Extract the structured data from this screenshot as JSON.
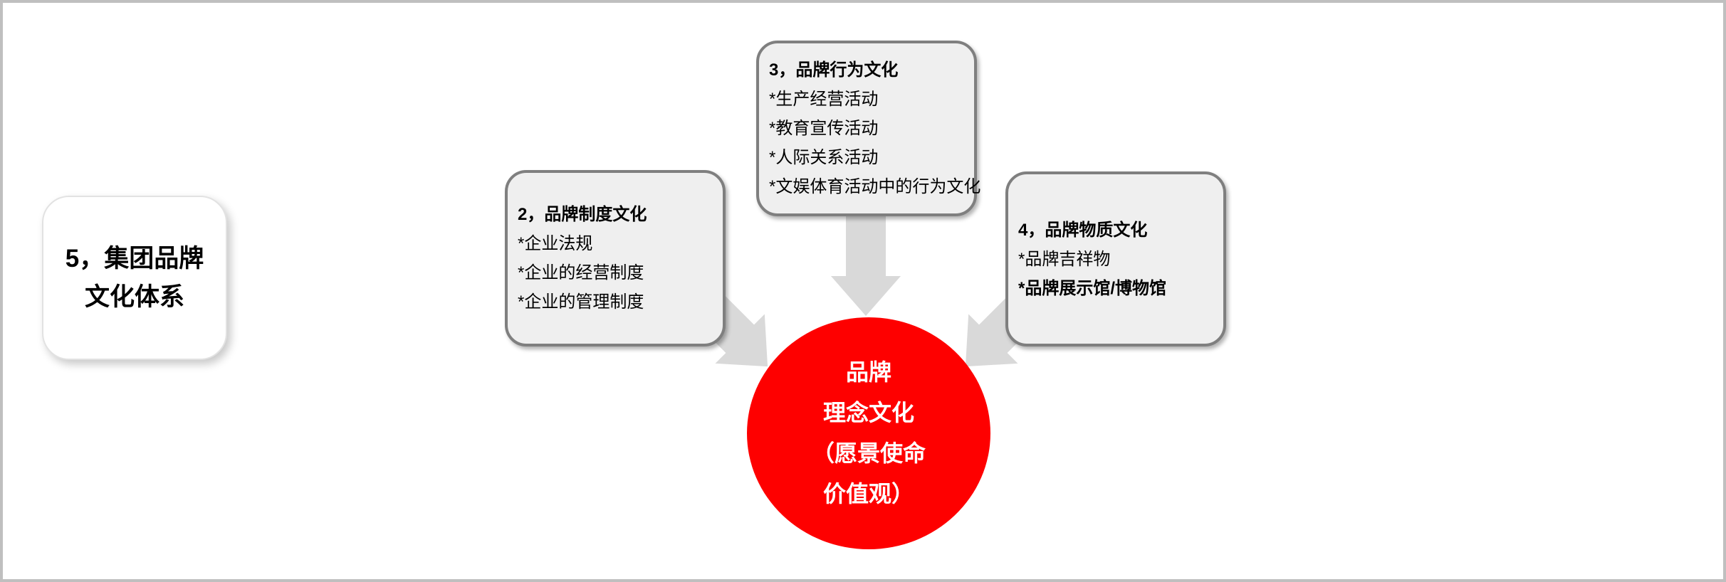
{
  "colors": {
    "accent_red": "#FE0000",
    "box_fill": "#EFEFEF",
    "box_border": "#7F7F7F",
    "arrow": "#D9D9D9",
    "frame_border": "#BFBFBF",
    "text": "#000000",
    "circle_text": "#FFFFFF"
  },
  "left_card": {
    "line1": "5，集团品牌",
    "line2": "文化体系"
  },
  "boxes": [
    {
      "title": "2，品牌制度文化",
      "items": [
        "*企业法规",
        "*企业的经营制度",
        "*企业的管理制度"
      ]
    },
    {
      "title": "3，品牌行为文化",
      "items": [
        "*生产经营活动",
        "*教育宣传活动",
        "*人际关系活动",
        "*文娱体育活动中的行为文化"
      ]
    },
    {
      "title": "4，品牌物质文化",
      "items": [
        "*品牌吉祥物",
        "*品牌展示馆/博物馆"
      ],
      "emphasis_item_index": 1
    }
  ],
  "center_circle": {
    "lines": [
      "品牌",
      "理念文化",
      "（愿景使命",
      "价值观）"
    ]
  }
}
